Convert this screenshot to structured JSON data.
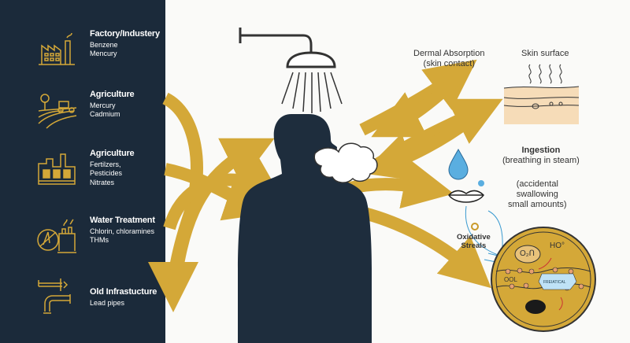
{
  "sources": [
    {
      "title": "Factory/Industery",
      "items": [
        "Benzene",
        "Mencury"
      ],
      "icon": "factory-icon"
    },
    {
      "title": "Agriculture",
      "items": [
        "Mercury",
        "Cadmium"
      ],
      "icon": "tractor-icon"
    },
    {
      "title": "Agriculture",
      "items": [
        "Fertilzers,",
        "Pesticides",
        "Nitrates"
      ],
      "icon": "plant-icon"
    },
    {
      "title": "Water Treatment",
      "items": [
        "Chlorin, chloramines",
        "THMs"
      ],
      "icon": "treatment-plant-icon"
    },
    {
      "title": "Old Infrastucture",
      "items": [
        "Lead pipes"
      ],
      "icon": "pipes-icon"
    }
  ],
  "labels": {
    "dermal": "Dermal Absorption",
    "dermal_sub": "(skin contact)",
    "skin": "Skin surface",
    "ingestion": "Ingestion",
    "ingestion_sub": "(breathing in steam)",
    "accidental1": "(accidental",
    "accidental2": "swallowing",
    "accidental3": "small amounts)",
    "oxidative1": "Oxidative",
    "oxidative2": "Streals",
    "o2": "O₂Ո",
    "ho": "HO°",
    "freatical": "FREIATICAL",
    "ool": "OOL"
  },
  "colors": {
    "panel": "#1b2a3a",
    "gold": "#d4a838",
    "body": "#1e2d3d"
  }
}
